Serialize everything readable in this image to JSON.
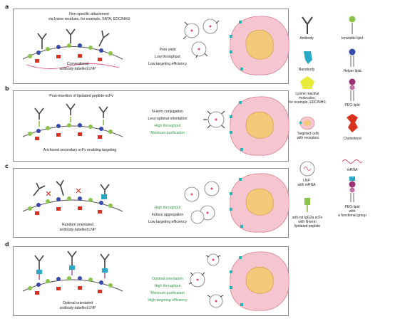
{
  "panels": [
    {
      "id": "a",
      "label": "a",
      "top_note": "Non-specific attachment\nvia lysine residues, for example, SATA, EDC/NHS",
      "bottom_note": "Conventional\nantibody-labelled LNP",
      "attributes": [
        {
          "text": "Poor yield",
          "color": "black"
        },
        {
          "text": "Low throughput",
          "color": "black"
        },
        {
          "text": "Low targeting efficiency",
          "color": "black"
        }
      ]
    },
    {
      "id": "b",
      "label": "b",
      "top_note": "Post-insertion of lipidated peptide-scFv",
      "bottom_note": "Anchored secondary scFv enabling targeting",
      "attributes": [
        {
          "text": "N-term conjugation",
          "color": "black"
        },
        {
          "text": "Less-optimal orientation",
          "color": "black"
        },
        {
          "text": "High throughput",
          "color": "green"
        },
        {
          "text": "Minimum purification",
          "color": "green"
        }
      ]
    },
    {
      "id": "c",
      "label": "c",
      "top_note": "",
      "bottom_note": "Random orientated\nantibody-labelled LNP",
      "attributes": [
        {
          "text": "High throughput",
          "color": "green"
        },
        {
          "text": "Induce aggregation",
          "color": "black"
        },
        {
          "text": "Low targeting efficiency",
          "color": "black"
        }
      ]
    },
    {
      "id": "d",
      "label": "d",
      "top_note": "",
      "bottom_note": "Optimal orientated\nantibody-labelled LNP",
      "attributes": [
        {
          "text": "Optimal orientation",
          "color": "green"
        },
        {
          "text": "High throughput",
          "color": "green"
        },
        {
          "text": "Minimum purification",
          "color": "green"
        },
        {
          "text": "High targeting efficiency",
          "color": "green"
        }
      ]
    }
  ],
  "legend": [
    {
      "key": "antibody",
      "label": "Antibody"
    },
    {
      "key": "ionizable",
      "label": "Ionizable lipid"
    },
    {
      "key": "nanobody",
      "label": "Nanobody"
    },
    {
      "key": "helper",
      "label": "Helper lipid"
    },
    {
      "key": "lysine",
      "label": "Lysine reactive\nmolecules,\nfor example, EDC/NHS"
    },
    {
      "key": "peg",
      "label": "PEG-lipid"
    },
    {
      "key": "cells",
      "label": "Targeted cells\nwith receptors"
    },
    {
      "key": "cholesterol",
      "label": "Cholesterol"
    },
    {
      "key": "lnp",
      "label": "LNP\nwith mRNA"
    },
    {
      "key": "mrna",
      "label": "mRNA"
    },
    {
      "key": "scfv",
      "label": "anti-rat IgG2a scFv\nwith N-term\nlipidated peptide"
    },
    {
      "key": "pegfunc",
      "label": "PEG-lipid\nwith\na functional group"
    }
  ],
  "colors": {
    "green": "#2e9a46",
    "cell": "#f6c6d0",
    "nucleus": "#f3c97a",
    "receptor": "#29b3b3",
    "antibody": "#444444",
    "ionizable": "#8bc34a",
    "helper": "#3949ab",
    "peg": "#9c2f6f",
    "chol": "#d8321f",
    "nanobody": "#2aa9c7",
    "lysine": "#e5ea3b"
  }
}
